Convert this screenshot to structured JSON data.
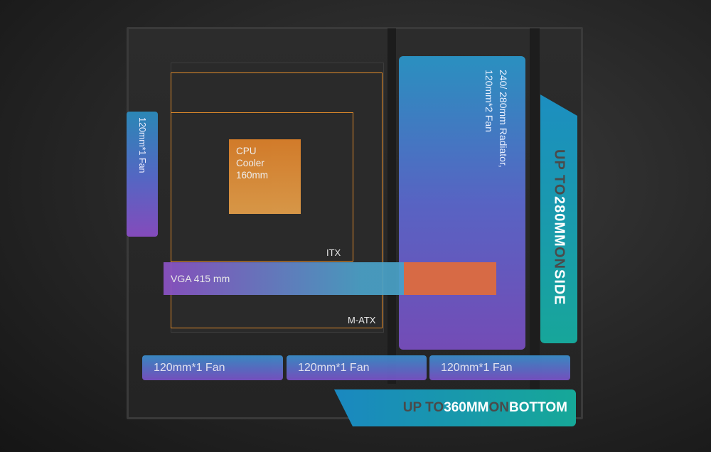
{
  "left_fan": "120mm*1 Fan",
  "cpu": {
    "line1": "CPU",
    "line2": "Cooler",
    "line3": "160mm"
  },
  "itx": "ITX",
  "matx": "M-ATX",
  "vga": "VGA 415 mm",
  "radiator": {
    "line1": "240/ 280mm Radiator,",
    "line2": "120mm*2 Fan"
  },
  "side_banner": {
    "a": "UP TO ",
    "b": "280MM",
    "c": " ON ",
    "d": "SIDE"
  },
  "bottom_fans": [
    "120mm*1 Fan",
    "120mm*1 Fan",
    "120mm*1 Fan"
  ],
  "bottom_banner": {
    "a": "UP TO ",
    "b": "360MM",
    "c": " ON ",
    "d": "BOTTOM"
  }
}
